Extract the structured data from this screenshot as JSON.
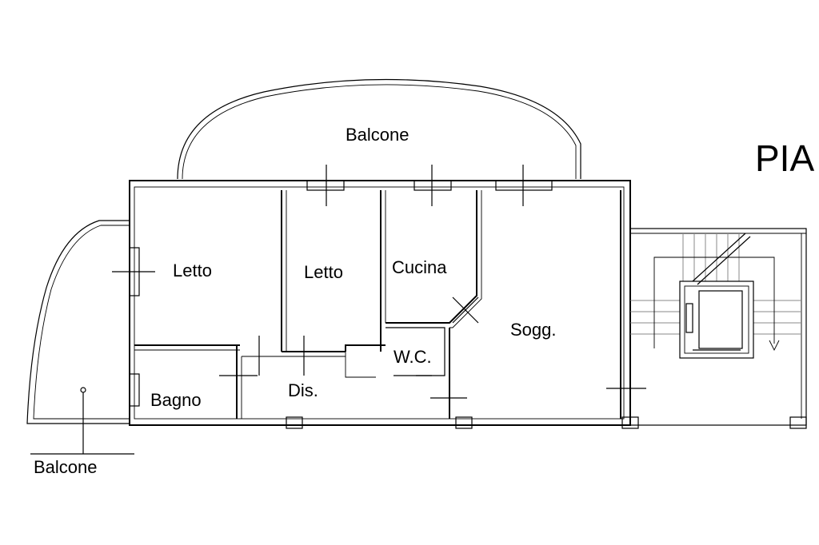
{
  "labels": {
    "balcone_top": "Balcone",
    "balcone_left": "Balcone",
    "letto_1": "Letto",
    "letto_2": "Letto",
    "cucina": "Cucina",
    "sogg": "Sogg.",
    "wc": "W.C.",
    "bagno": "Bagno",
    "dis": "Dis.",
    "floor_title_partial": "PIA"
  },
  "colors": {
    "ink": "#000000",
    "background": "#ffffff"
  }
}
